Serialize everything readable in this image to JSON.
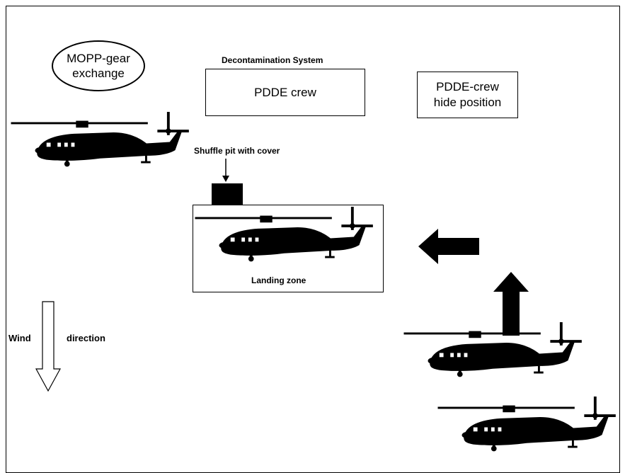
{
  "labels": {
    "mopp": "MOPP-gear exchange",
    "decon_system": "Decontamination System",
    "pdde_crew": "PDDE crew",
    "hide_position": "PDDE-crew hide position",
    "shuffle_pit": "Shuffle pit with cover",
    "landing_zone": "Landing zone",
    "wind": "Wind",
    "direction": "direction"
  },
  "colors": {
    "ink": "#000000",
    "paper": "#ffffff"
  },
  "icons": {
    "helicopter": "helicopter-icon",
    "arrow_left": "arrow-left-icon",
    "arrow_up": "arrow-up-icon",
    "wind_arrow": "wind-arrow-down-icon",
    "pointer": "arrow-down-pointer-icon"
  }
}
